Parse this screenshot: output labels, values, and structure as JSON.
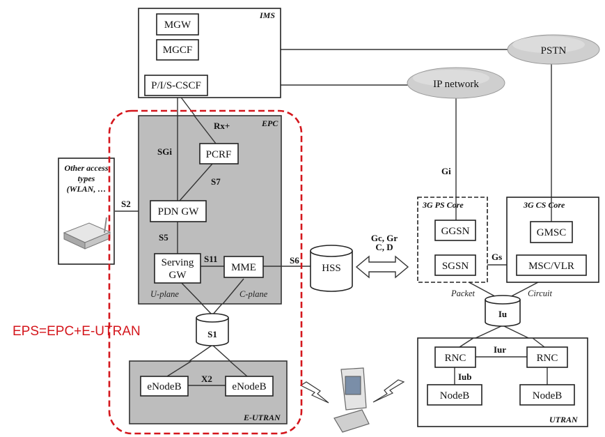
{
  "colors": {
    "eps_outline": "#d4161c",
    "shaded": "#bdbdbd",
    "cloud": "#cfcfcf"
  },
  "annotation": "EPS=EPC+E-UTRAN",
  "ims": {
    "label": "IMS",
    "mgw": "MGW",
    "mgcf": "MGCF",
    "cscf": "P/I/S-CSCF"
  },
  "clouds": {
    "pstn": "PSTN",
    "ip_network": "IP network"
  },
  "epc": {
    "label": "EPC",
    "pcrf": "PCRF",
    "pdn_gw": "PDN GW",
    "serving_gw_line1": "Serving",
    "serving_gw_line2": "GW",
    "mme": "MME",
    "u_plane": "U-plane",
    "c_plane": "C-plane"
  },
  "interfaces": {
    "rx": "Rx+",
    "sgi": "SGi",
    "s7": "S7",
    "s2": "S2",
    "s5": "S5",
    "s11": "S11",
    "s6": "S6",
    "s1": "S1",
    "x2": "X2",
    "gi": "Gi",
    "gs": "Gs",
    "iu": "Iu",
    "iur": "Iur",
    "iub": "Iub",
    "gc_line1": "Gc, Gr",
    "gc_line2": "C, D"
  },
  "other_access": {
    "line1": "Other access",
    "line2": "types",
    "line3": "(WLAN, …"
  },
  "hss": "HSS",
  "eutran": {
    "label": "E-UTRAN",
    "enodeb_left": "eNodeB",
    "enodeb_right": "eNodeB"
  },
  "ps_core": {
    "label": "3G PS Core",
    "ggsn": "GGSN",
    "sgsn": "SGSN",
    "packet": "Packet"
  },
  "cs_core": {
    "label": "3G CS Core",
    "gmsc": "GMSC",
    "msc": "MSC/VLR",
    "circuit": "Circuit"
  },
  "utran": {
    "label": "UTRAN",
    "rnc_left": "RNC",
    "rnc_right": "RNC",
    "nodeb_left": "NodeB",
    "nodeb_right": "NodeB"
  }
}
